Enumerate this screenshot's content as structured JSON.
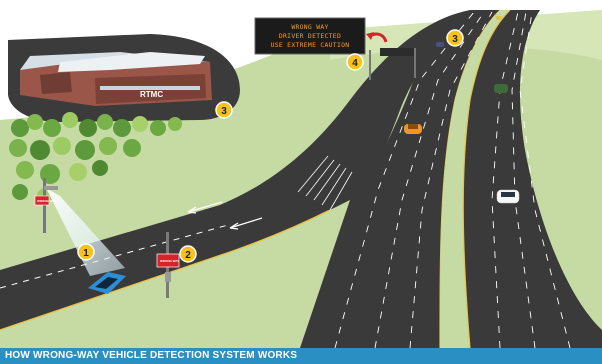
{
  "caption": "HOW WRONG-WAY VEHICLE DETECTION SYSTEM WORKS",
  "vms_sign": {
    "line1": "WRONG WAY",
    "line2": "DRIVER DETECTED",
    "line3": "USE EXTREME CAUTION"
  },
  "building_label": "RTMC",
  "wrong_way_sign_label": "WRONG WAY",
  "callouts": [
    "1",
    "2",
    "3",
    "3",
    "4"
  ],
  "colors": {
    "caption_bg": "#2a90c4",
    "grass": "#c6dba3",
    "road": "#3a3a3a",
    "callout": "#f7c21e",
    "vms_text": "#ff9a1e",
    "sign_red": "#d8232a"
  }
}
